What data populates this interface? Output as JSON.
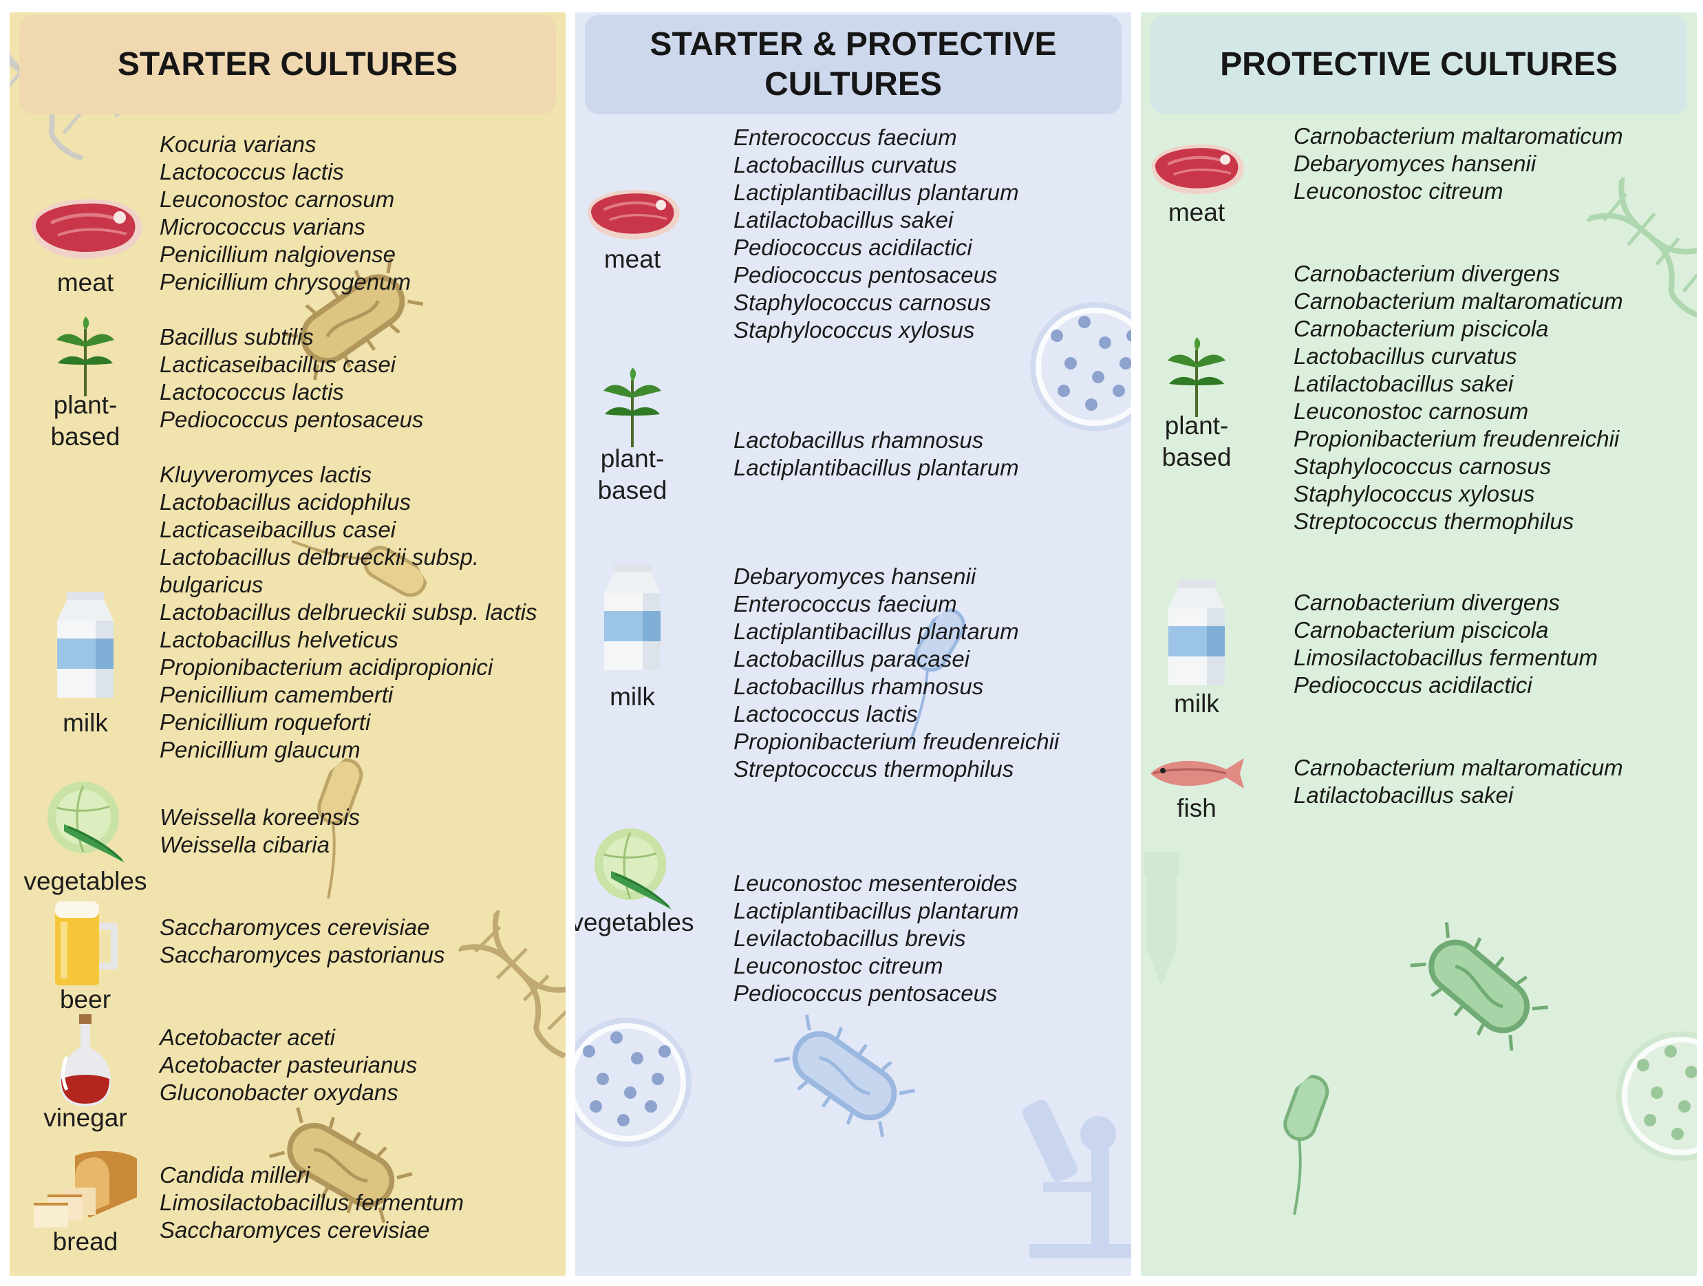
{
  "columns": [
    {
      "title": "STARTER CULTURES",
      "color": "#f1e3ad",
      "groups": [
        {
          "label": "meat",
          "icon": "meat-icon",
          "species": [
            "Kocuria varians",
            "Lactococcus lactis",
            "Leuconostoc carnosum",
            "Micrococcus varians",
            "Penicillium nalgiovense",
            "Penicillium chrysogenum"
          ]
        },
        {
          "label": "plant-\nbased",
          "icon": "plant-icon",
          "species": [
            "Bacillus subtilis",
            "Lacticaseibacillus casei",
            "Lactococcus lactis",
            "Pediococcus pentosaceus"
          ]
        },
        {
          "label": "milk",
          "icon": "milk-carton-icon",
          "species": [
            "Kluyveromyces lactis",
            "Lactobacillus acidophilus",
            "Lacticaseibacillus casei",
            "Lactobacillus delbrueckii subsp.",
            "bulgaricus",
            "Lactobacillus delbrueckii subsp. lactis",
            "Lactobacillus helveticus",
            "Propionibacterium acidipropionici",
            "Penicillium camemberti",
            "Penicillium roqueforti",
            "Penicillium glaucum"
          ]
        },
        {
          "label": "vegetables",
          "icon": "cabbage-icon",
          "species": [
            "Weissella koreensis",
            "Weissella cibaria"
          ]
        },
        {
          "label": "beer",
          "icon": "beer-mug-icon",
          "species": [
            "Saccharomyces cerevisiae",
            "Saccharomyces pastorianus"
          ]
        },
        {
          "label": "vinegar",
          "icon": "vinegar-bottle-icon",
          "species": [
            "Acetobacter aceti",
            "Acetobacter pasteurianus",
            "Gluconobacter oxydans"
          ]
        },
        {
          "label": "bread",
          "icon": "bread-icon",
          "species": [
            "Candida milleri",
            "Limosilactobacillus fermentum",
            "Saccharomyces cerevisiae"
          ]
        }
      ]
    },
    {
      "title": "STARTER & PROTECTIVE\nCULTURES",
      "color": "#e3e8f6",
      "groups": [
        {
          "label": "meat",
          "icon": "meat-icon",
          "species": [
            "Enterococcus faecium",
            "Lactobacillus curvatus",
            "Lactiplantibacillus plantarum",
            "Latilactobacillus sakei",
            "Pediococcus acidilactici",
            "Pediococcus pentosaceus",
            "Staphylococcus carnosus",
            "Staphylococcus xylosus"
          ]
        },
        {
          "label": "plant-\nbased",
          "icon": "plant-icon",
          "species": [
            "Lactobacillus rhamnosus",
            "Lactiplantibacillus plantarum"
          ]
        },
        {
          "label": "milk",
          "icon": "milk-carton-icon",
          "species": [
            "Debaryomyces hansenii",
            "Enterococcus faecium",
            "Lactiplantibacillus plantarum",
            "Lactobacillus paracasei",
            "Lactobacillus rhamnosus",
            "Lactococcus lactis",
            "Propionibacterium freudenreichii",
            "Streptococcus thermophilus"
          ]
        },
        {
          "label": "vegetables",
          "icon": "cabbage-icon",
          "species": [
            "Leuconostoc mesenteroides",
            "Lactiplantibacillus plantarum",
            "Levilactobacillus brevis",
            "Leuconostoc citreum",
            "Pediococcus pentosaceus"
          ]
        }
      ]
    },
    {
      "title": "PROTECTIVE CULTURES",
      "color": "#dcefdc",
      "groups": [
        {
          "label": "meat",
          "icon": "meat-icon",
          "species": [
            "Carnobacterium maltaromaticum",
            "Debaryomyces hansenii",
            "Leuconostoc citreum"
          ]
        },
        {
          "label": "plant-\nbased",
          "icon": "plant-icon",
          "species": [
            "Carnobacterium divergens",
            "Carnobacterium maltaromaticum",
            "Carnobacterium piscicola",
            "Lactobacillus curvatus",
            "Latilactobacillus sakei",
            "Leuconostoc carnosum",
            "Propionibacterium freudenreichii",
            "Staphylococcus carnosus",
            "Staphylococcus xylosus",
            "Streptococcus thermophilus"
          ]
        },
        {
          "label": "milk",
          "icon": "milk-carton-icon",
          "species": [
            "Carnobacterium divergens",
            "Carnobacterium piscicola",
            "Limosilactobacillus fermentum",
            "Pediococcus acidilactici"
          ]
        },
        {
          "label": "fish",
          "icon": "fish-icon",
          "species": [
            "Carnobacterium maltaromaticum",
            "Latilactobacillus sakei"
          ]
        }
      ]
    }
  ]
}
